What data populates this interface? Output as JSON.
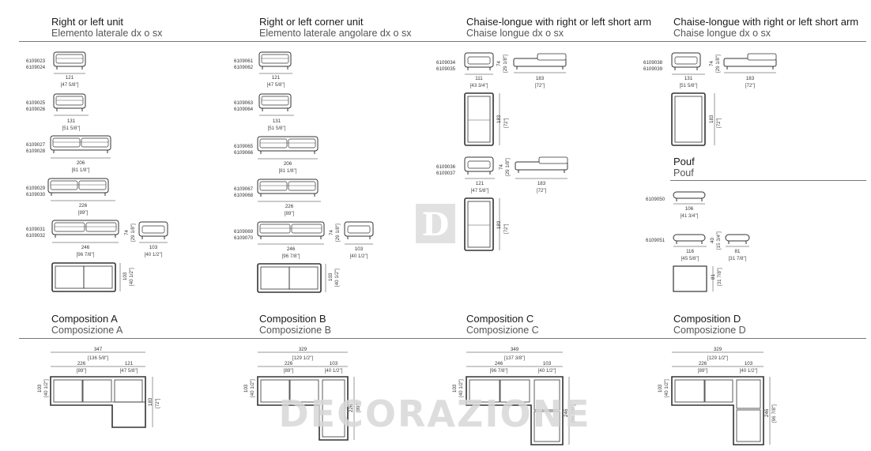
{
  "sections": {
    "right_left_unit": {
      "title": "Right or left unit",
      "subtitle": "Elemento laterale dx o sx"
    },
    "right_left_corner_unit": {
      "title": "Right or left corner unit",
      "subtitle": "Elemento laterale angolare dx o sx"
    },
    "chaise_longue_1": {
      "title": "Chaise-longue with right or left short arm",
      "subtitle": "Chaise longue dx o sx"
    },
    "chaise_longue_2": {
      "title": "Chaise-longue with right or left short arm",
      "subtitle": "Chaise longue dx o sx"
    },
    "pouf": {
      "title": "Pouf",
      "subtitle": "Pouf"
    },
    "composition_a": {
      "title": "Composition A",
      "subtitle": "Composizione A"
    },
    "composition_b": {
      "title": "Composition B",
      "subtitle": "Composizione B"
    },
    "composition_c": {
      "title": "Composition C",
      "subtitle": "Composizione C"
    },
    "composition_d": {
      "title": "Composition D",
      "subtitle": "Composizione D"
    }
  },
  "unit_col": {
    "r1": {
      "c1": "6109023",
      "c2": "6109024",
      "w": "121",
      "wi": "[47 5/8\"]"
    },
    "r2": {
      "c1": "6109025",
      "c2": "6109026",
      "w": "131",
      "wi": "[51 5/8\"]"
    },
    "r3": {
      "c1": "6109027",
      "c2": "6109028",
      "w": "206",
      "wi": "[81 1/8\"]"
    },
    "r4": {
      "c1": "6109029",
      "c2": "6109030",
      "w": "226",
      "wi": "[89\"]"
    },
    "r5": {
      "c1": "6109031",
      "c2": "6109032",
      "w": "246",
      "wi": "[96 7/8\"]",
      "h": "74",
      "hi": "[29 1/8\"]",
      "side_w": "103",
      "side_wi": "[40 1/2\"]",
      "plan_d": "103",
      "plan_di": "[40 1/2\"]"
    }
  },
  "corner_col": {
    "r1": {
      "c1": "6109061",
      "c2": "6109062",
      "w": "121",
      "wi": "[47 5/8\"]"
    },
    "r2": {
      "c1": "6109063",
      "c2": "6109064",
      "w": "131",
      "wi": "[51 5/8\"]"
    },
    "r3": {
      "c1": "6109065",
      "c2": "6109066",
      "w": "206",
      "wi": "[81 1/8\"]"
    },
    "r4": {
      "c1": "6109067",
      "c2": "6109068",
      "w": "226",
      "wi": "[89\"]"
    },
    "r5": {
      "c1": "6109069",
      "c2": "6109070",
      "w": "246",
      "wi": "[96 7/8\"]",
      "h": "74",
      "hi": "[29 1/8\"]",
      "side_w": "103",
      "side_wi": "[40 1/2\"]",
      "plan_d": "103",
      "plan_di": "[40 1/2\"]"
    }
  },
  "chaise_col": {
    "a": {
      "c1": "6109034",
      "c2": "6109035",
      "w": "111",
      "wi": "[43 3/4\"]",
      "h": "74",
      "hi": "[29 1/8\"]",
      "side_w": "183",
      "side_wi": "[72\"]",
      "plan_d": "183",
      "plan_di": "[72\"]"
    },
    "b": {
      "c1": "6109036",
      "c2": "6109037",
      "w": "121",
      "wi": "[47 5/8\"]",
      "h": "74",
      "hi": "[29 1/8\"]",
      "side_w": "183",
      "side_wi": "[72\"]",
      "plan_d": "183",
      "plan_di": "[72\"]"
    }
  },
  "chaise_col2": {
    "a": {
      "c1": "6109038",
      "c2": "6109039",
      "w": "131",
      "wi": "[51 5/8\"]",
      "h": "74",
      "hi": "[29 1/8\"]",
      "side_w": "183",
      "side_wi": "[72\"]",
      "plan_d": "183",
      "plan_di": "[72\"]"
    }
  },
  "pouf_col": {
    "a": {
      "c1": "6109050",
      "w": "106",
      "wi": "[41 3/4\"]"
    },
    "b": {
      "c1": "6109051",
      "w": "116",
      "wi": "[45 5/8\"]",
      "h": "40",
      "hi": "[15 3/4\"]",
      "w2": "81",
      "w2i": "[31 7/8\"]",
      "d": "81",
      "di": "[31 7/8\"]"
    }
  },
  "comp_a": {
    "total": "347",
    "total_i": "[136 5/8\"]",
    "p1": "226",
    "p1i": "[89\"]",
    "p2": "121",
    "p2i": "[47 5/8\"]",
    "d": "103",
    "di": "[40 1/2\"]",
    "r": "183",
    "ri": "[72\"]"
  },
  "comp_b": {
    "total": "329",
    "total_i": "[129 1/2\"]",
    "p1": "226",
    "p1i": "[89\"]",
    "p2": "103",
    "p2i": "[40 1/2\"]",
    "d": "103",
    "di": "[40 1/2\"]",
    "r": "226",
    "ri": "[89\"]"
  },
  "comp_c": {
    "total": "349",
    "total_i": "[137 3/8\"]",
    "p1": "246",
    "p1i": "[96 7/8\"]",
    "p2": "103",
    "p2i": "[40 1/2\"]",
    "d": "103",
    "di": "[40 1/2\"]",
    "r": "246",
    "ri": "[96 7/8\"]"
  },
  "comp_d": {
    "total": "329",
    "total_i": "[129 1/2\"]",
    "p1": "226",
    "p1i": "[89\"]",
    "p2": "103",
    "p2i": "[40 1/2\"]",
    "d": "103",
    "di": "[40 1/2\"]",
    "r": "246",
    "ri": "[96 7/8\"]"
  },
  "watermark": {
    "text": "DECORAZIONE",
    "logo_letter": "D"
  },
  "colors": {
    "line": "#333333",
    "rule": "#777777",
    "watermark": "#d8d8d8"
  }
}
